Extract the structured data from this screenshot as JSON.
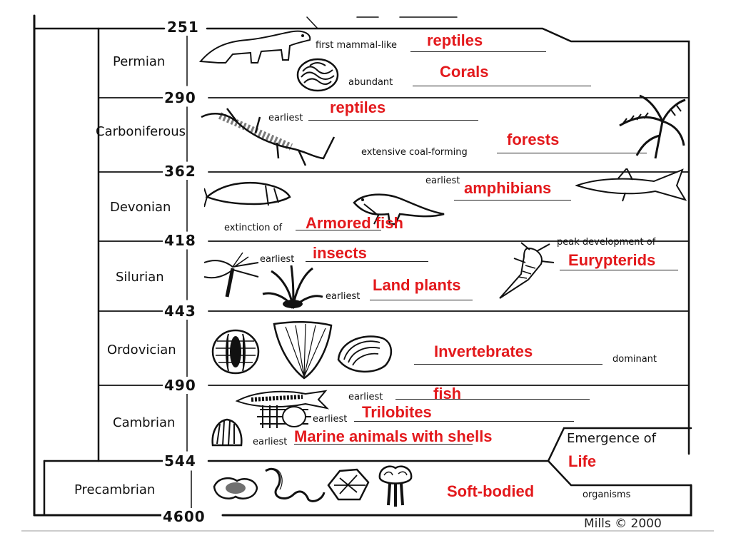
{
  "periods": [
    {
      "name": "Permian"
    },
    {
      "name": "Carboniferous"
    },
    {
      "name": "Devonian"
    },
    {
      "name": "Silurian"
    },
    {
      "name": "Ordovician"
    },
    {
      "name": "Cambrian"
    },
    {
      "name": "Precambrian"
    }
  ],
  "boundaries": [
    "251",
    "290",
    "362",
    "418",
    "443",
    "490",
    "544",
    "4600"
  ],
  "labels": {
    "first_mammal_like": "first mammal-like",
    "abundant": "abundant",
    "earliest": "earliest",
    "extensive_coal": "extensive coal-forming",
    "extinction_of": "extinction of",
    "peak_development": "peak development of",
    "dominant": "dominant",
    "emergence_of": "Emergence of",
    "organisms": "organisms"
  },
  "answers": {
    "reptiles_permian": "reptiles",
    "corals": "Corals",
    "reptiles_carboniferous": "reptiles",
    "forests": "forests",
    "amphibians": "amphibians",
    "armored_fish": "Armored fish",
    "insects": "insects",
    "eurypterids": "Eurypterids",
    "land_plants": "Land plants",
    "invertebrates": "Invertebrates",
    "fish": "fish",
    "trilobites": "Trilobites",
    "marine_shells": "Marine animals with shells",
    "life": "Life",
    "soft_bodied": "Soft-bodied"
  },
  "credit": "Mills © 2000",
  "colors": {
    "answer": "#e3191c",
    "ink": "#111111"
  },
  "icons": [
    "mammal-like-reptile-icon",
    "coral-icon",
    "reptile-icon",
    "fern-tree-icon",
    "fish-icon",
    "amphibian-icon",
    "shark-icon",
    "insect-icon",
    "plant-icon",
    "eurypterid-icon",
    "trilobite-icon",
    "shell-icon",
    "worm-icon",
    "jellyfish-icon"
  ]
}
